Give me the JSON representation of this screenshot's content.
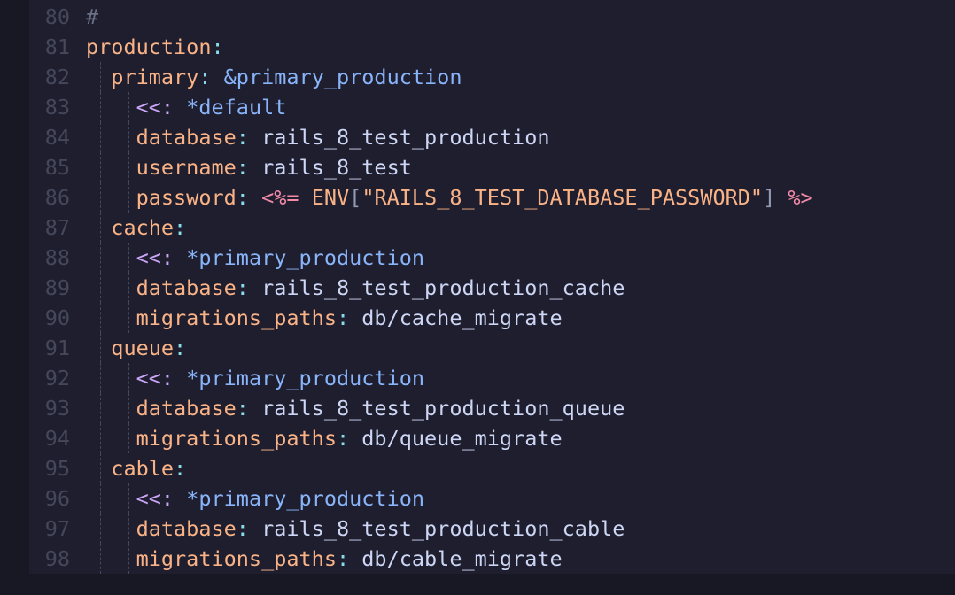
{
  "editor": {
    "lines": [
      {
        "num": "80",
        "comment": "#"
      },
      {
        "num": "81",
        "key": "production",
        "colon": ":"
      },
      {
        "num": "82",
        "key": "primary",
        "colon": ":",
        "anchor": "&primary_production"
      },
      {
        "num": "83",
        "merge": "<<:",
        "alias": "*default"
      },
      {
        "num": "84",
        "key": "database",
        "colon": ":",
        "value": "rails_8_test_production"
      },
      {
        "num": "85",
        "key": "username",
        "colon": ":",
        "value": "rails_8_test"
      },
      {
        "num": "86",
        "key": "password",
        "colon": ":",
        "erb_open": "<%=",
        "env": "ENV",
        "bracket_open": "[",
        "string": "\"RAILS_8_TEST_DATABASE_PASSWORD\"",
        "bracket_close": "]",
        "erb_close": "%>"
      },
      {
        "num": "87",
        "key": "cache",
        "colon": ":"
      },
      {
        "num": "88",
        "merge": "<<:",
        "alias": "*primary_production"
      },
      {
        "num": "89",
        "key": "database",
        "colon": ":",
        "value": "rails_8_test_production_cache"
      },
      {
        "num": "90",
        "key": "migrations_paths",
        "colon": ":",
        "value": "db/cache_migrate"
      },
      {
        "num": "91",
        "key": "queue",
        "colon": ":"
      },
      {
        "num": "92",
        "merge": "<<:",
        "alias": "*primary_production"
      },
      {
        "num": "93",
        "key": "database",
        "colon": ":",
        "value": "rails_8_test_production_queue"
      },
      {
        "num": "94",
        "key": "migrations_paths",
        "colon": ":",
        "value": "db/queue_migrate"
      },
      {
        "num": "95",
        "key": "cable",
        "colon": ":"
      },
      {
        "num": "96",
        "merge": "<<:",
        "alias": "*primary_production"
      },
      {
        "num": "97",
        "key": "database",
        "colon": ":",
        "value": "rails_8_test_production_cable"
      },
      {
        "num": "98",
        "key": "migrations_paths",
        "colon": ":",
        "value": "db/cable_migrate"
      }
    ]
  },
  "colors": {
    "background": "#1e1e2e",
    "gutter": "#181825",
    "line_number": "#45475a",
    "key": "#fab387",
    "anchor_alias": "#89b4fa",
    "merge": "#cba6f7",
    "erb": "#f38ba8",
    "text": "#cdd6f4"
  }
}
